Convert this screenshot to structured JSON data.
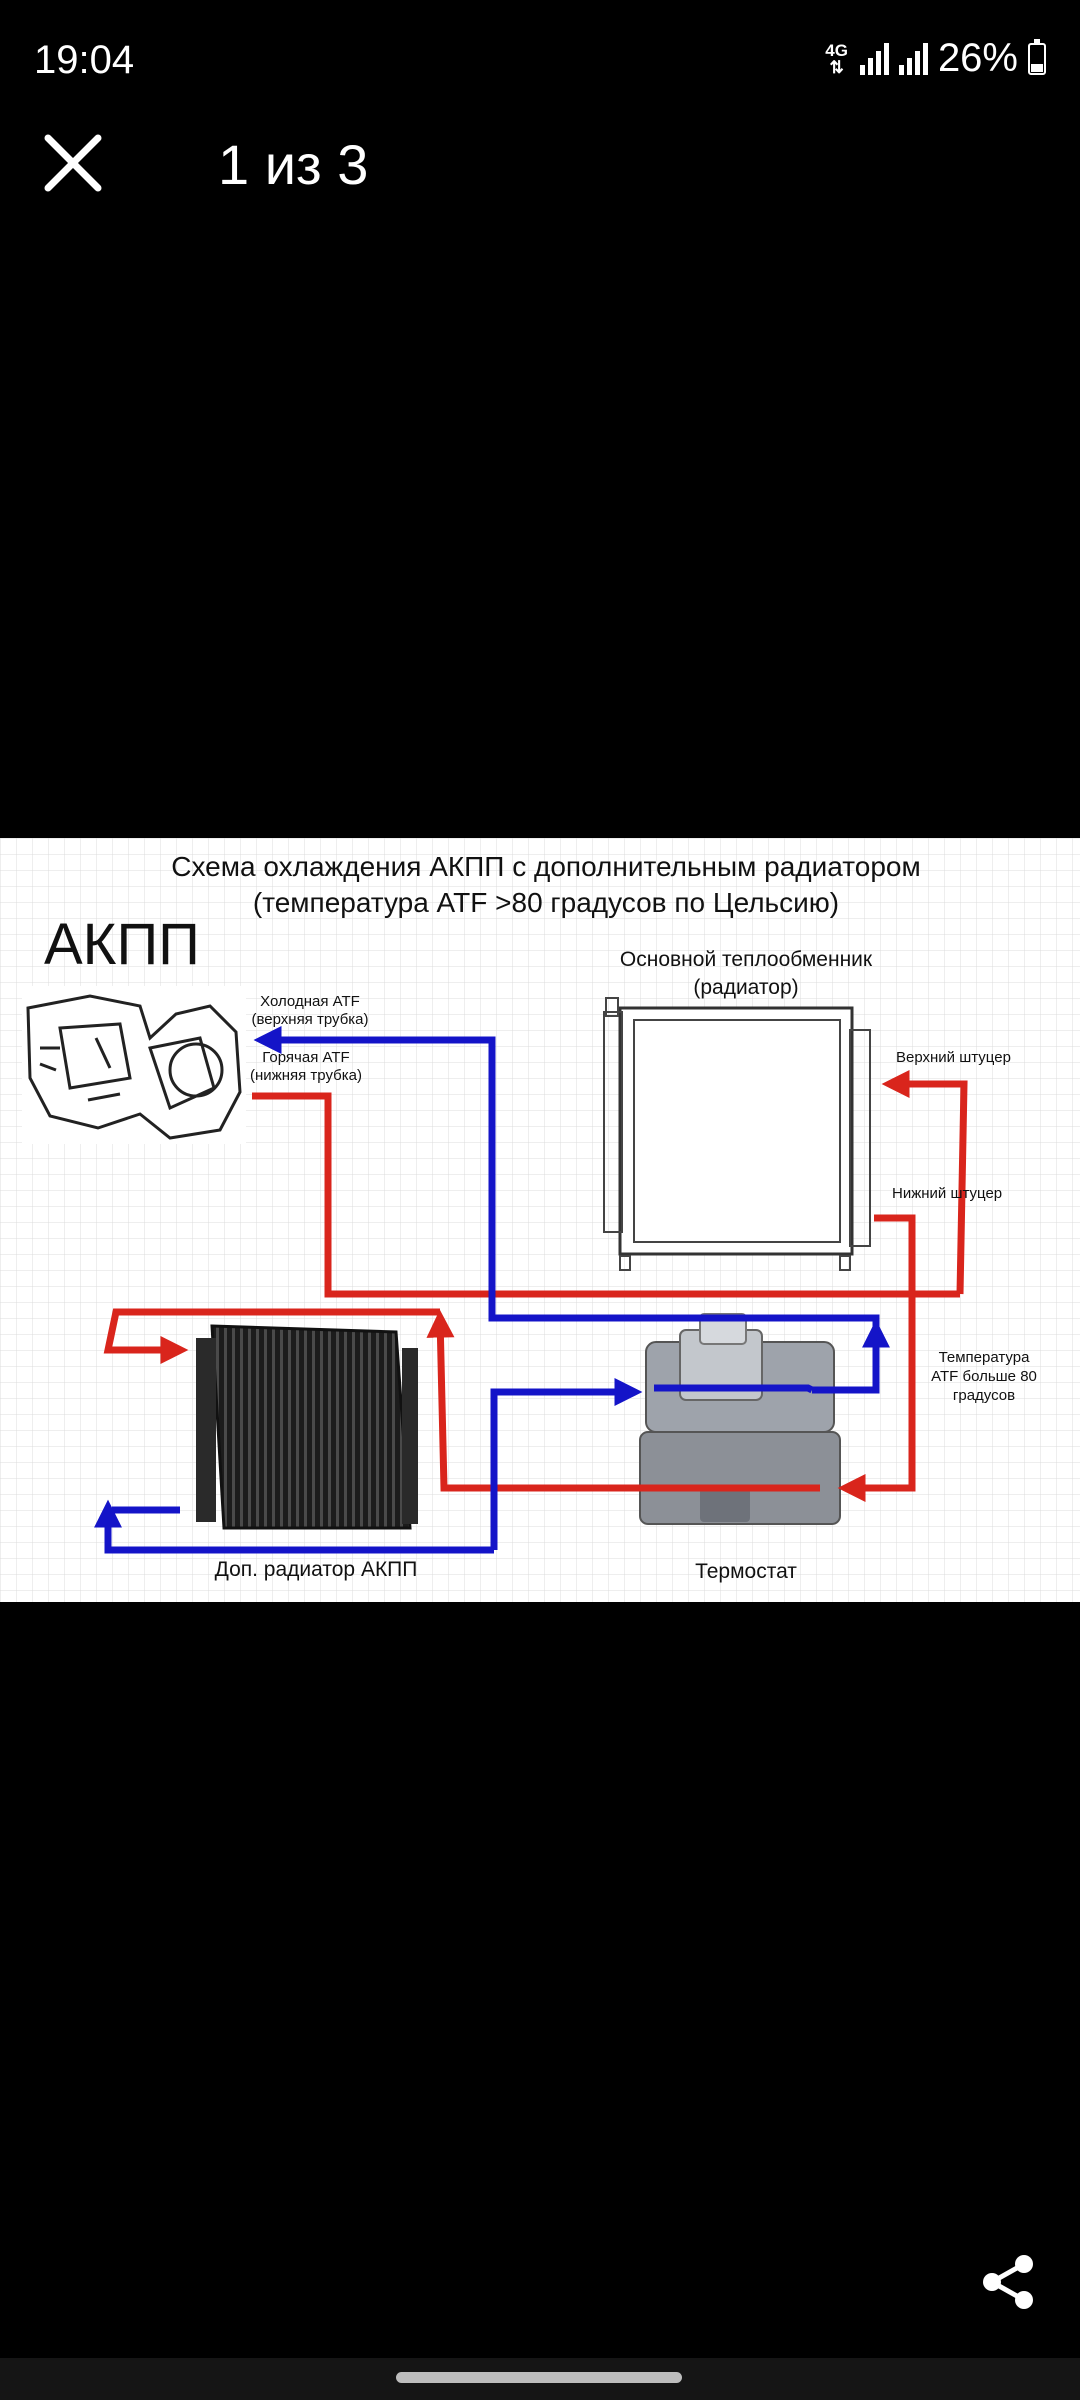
{
  "status_bar": {
    "time": "19:04",
    "network_type": "4G",
    "battery_percent": "26%",
    "battery_level": 0.26,
    "icons": [
      "4g-data-icon",
      "signal-icon",
      "signal-icon",
      "battery-icon"
    ]
  },
  "viewer": {
    "counter": "1 из 3",
    "close_icon": "close-icon",
    "share_icon": "share-icon"
  },
  "diagram": {
    "title_line1": "Схема охлаждения АКПП с дополнительным радиатором",
    "title_line2": "(температура ATF >80 градусов по Цельсию)",
    "akpp": "АКПП",
    "cold_atf_line1": "Холодная ATF",
    "cold_atf_line2": "(верхняя трубка)",
    "hot_atf_line1": "Горячая ATF",
    "hot_atf_line2": "(нижняя трубка)",
    "main_hx_line1": "Основной теплообменник",
    "main_hx_line2": "(радиатор)",
    "upper_fitting": "Верхний штуцер",
    "lower_fitting": "Нижний штуцер",
    "temp_note_line1": "Температура",
    "temp_note_line2": "ATF больше 80",
    "temp_note_line3": "градусов",
    "extra_radiator": "Доп. радиатор АКПП",
    "thermostat": "Термостат",
    "colors": {
      "hot": "#d9251c",
      "cold": "#1414c8",
      "grid": "#dcdcdc"
    }
  }
}
